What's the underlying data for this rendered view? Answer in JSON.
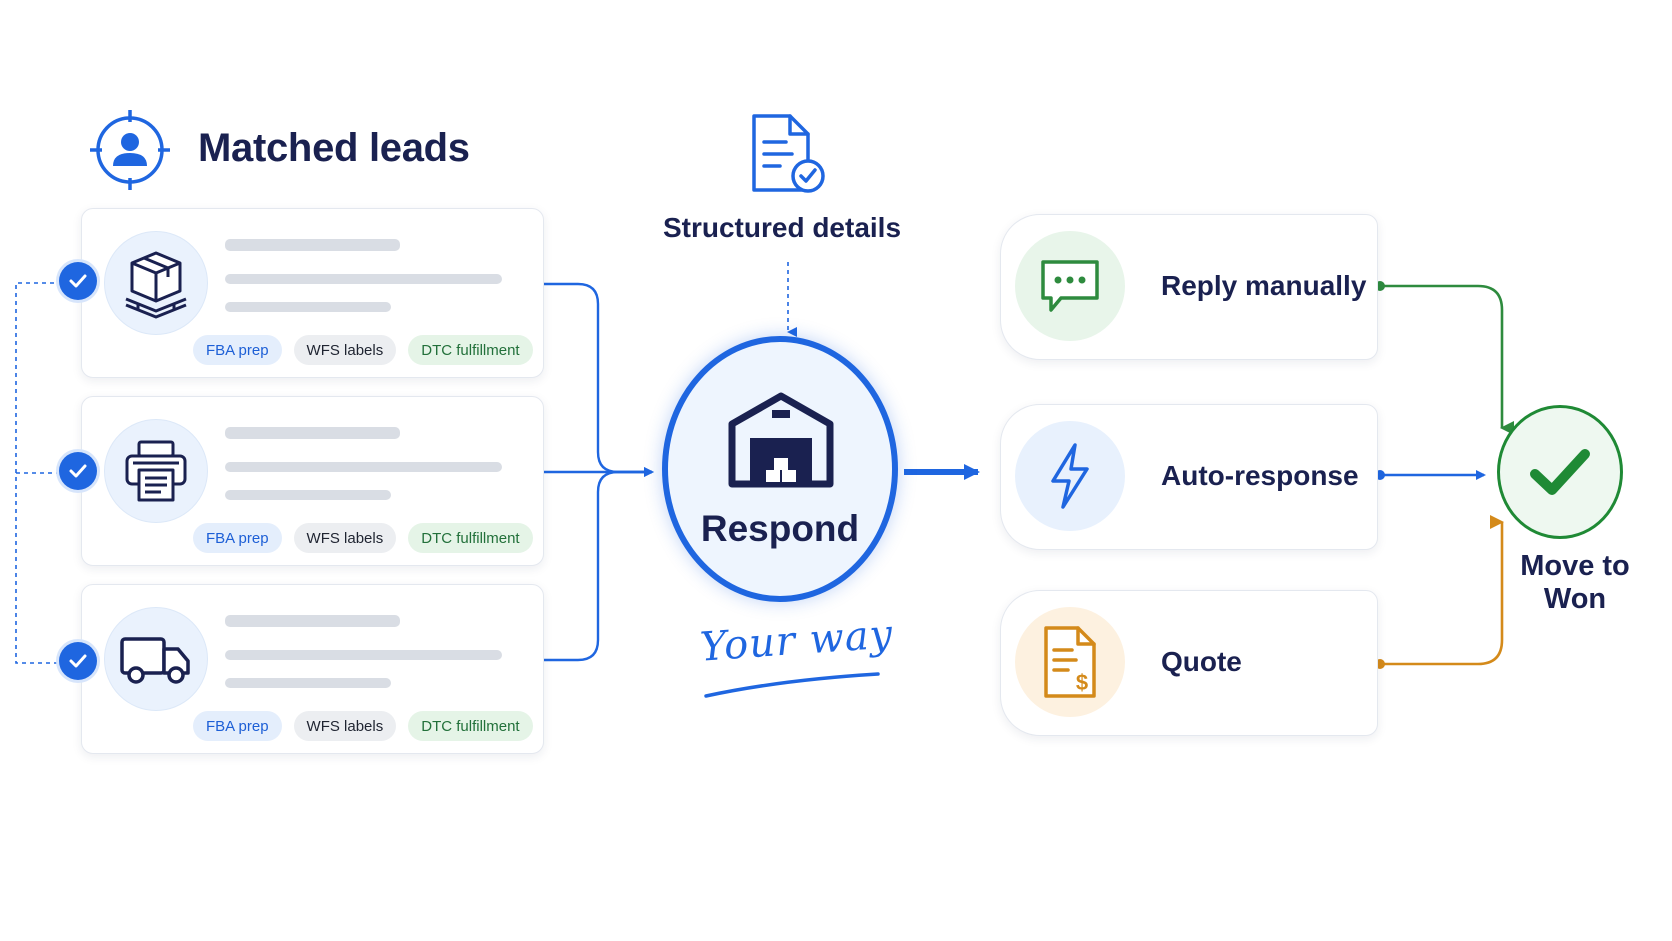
{
  "header": {
    "title": "Matched leads",
    "icon": "target-user-icon"
  },
  "leads": [
    {
      "icon": "box-pallet-icon",
      "tags": [
        "FBA prep",
        "WFS labels",
        "DTC fulfillment"
      ]
    },
    {
      "icon": "printer-label-icon",
      "tags": [
        "FBA prep",
        "WFS labels",
        "DTC fulfillment"
      ]
    },
    {
      "icon": "truck-icon",
      "tags": [
        "FBA prep",
        "WFS labels",
        "DTC fulfillment"
      ]
    }
  ],
  "center": {
    "structured_label": "Structured details",
    "structured_icon": "document-check-icon",
    "respond_label": "Respond",
    "respond_icon": "warehouse-icon",
    "tagline": "Your way"
  },
  "options": [
    {
      "label": "Reply manually",
      "icon": "chat-bubble-icon",
      "color": "#2e8b3e"
    },
    {
      "label": "Auto-response",
      "icon": "lightning-icon",
      "color": "#1f66e0"
    },
    {
      "label": "Quote",
      "icon": "invoice-dollar-icon",
      "color": "#d48a1a"
    }
  ],
  "outcome": {
    "label": "Move to Won",
    "icon": "checkmark-icon"
  },
  "colors": {
    "primary": "#1f66e0",
    "navy": "#1a2150",
    "green": "#2e8b3e",
    "orange": "#d48a1a"
  }
}
